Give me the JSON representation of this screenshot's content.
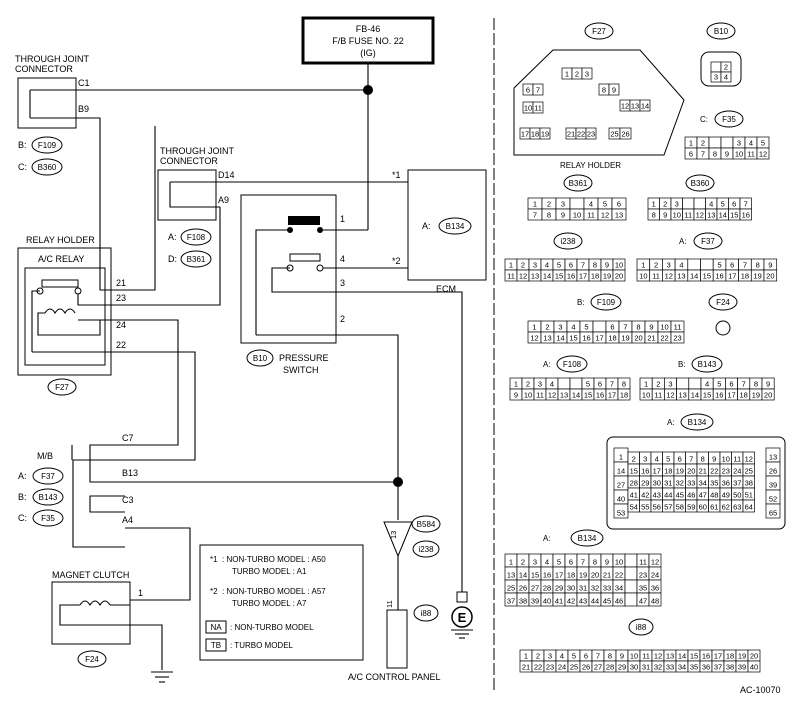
{
  "fuse": {
    "line1": "FB-46",
    "line2": "F/B FUSE NO. 22",
    "line3": "(IG)"
  },
  "tjc_top": {
    "title_line1": "THROUGH JOINT",
    "title_line2": "CONNECTOR",
    "pin_c1": "C1",
    "pin_b9": "B9"
  },
  "tjc_top_conn": {
    "b_prefix": "B:",
    "b_id": "F109",
    "c_prefix": "C:",
    "c_id": "B360"
  },
  "tjc_mid": {
    "title_line1": "THROUGH JOINT",
    "title_line2": "CONNECTOR",
    "pin_d14": "D14",
    "pin_a9": "A9"
  },
  "tjc_mid_conn": {
    "a_prefix": "A:",
    "a_id": "F108",
    "d_prefix": "D:",
    "d_id": "B361"
  },
  "relay_holder": {
    "title": "RELAY HOLDER",
    "relay_title": "A/C RELAY",
    "pin21": "21",
    "pin23": "23",
    "pin24": "24",
    "pin22": "22",
    "connector": "F27"
  },
  "ecm": {
    "name": "ECM",
    "prefix": "A:",
    "connector": "B134",
    "star1": "*1",
    "star2": "*2"
  },
  "pressure_switch": {
    "connector": "B10",
    "name_line1": "PRESSURE",
    "name_line2": "SWITCH",
    "pin1": "1",
    "pin4": "4",
    "pin3": "3",
    "pin2": "2"
  },
  "mb": {
    "title": "M/B",
    "a_prefix": "A:",
    "a_id": "F37",
    "b_prefix": "B:",
    "b_id": "B143",
    "c_prefix": "C:",
    "c_id": "F35",
    "pin_c7": "C7",
    "pin_b13": "B13",
    "pin_c3": "C3",
    "pin_a4": "A4"
  },
  "magnet_clutch": {
    "title": "MAGNET CLUTCH",
    "pin1": "1",
    "connector": "F24"
  },
  "junction": {
    "b584": "B584",
    "i238": "i238",
    "pin13": "13"
  },
  "ac_panel": {
    "pin11": "11",
    "connector": "i88",
    "name": "A/C CONTROL PANEL"
  },
  "ground_e": "E",
  "notes": {
    "n1_star": "*1",
    "n1_line1": ": NON-TURBO MODEL : A50",
    "n1_line2": "TURBO MODEL : A1",
    "n2_star": "*2",
    "n2_line1": ": NON-TURBO MODEL : A57",
    "n2_line2": "TURBO MODEL : A7",
    "na_tag": "NA",
    "na_text": ": NON-TURBO MODEL",
    "tb_tag": "TB",
    "tb_text": ": TURBO MODEL"
  },
  "right_panel": {
    "f27": "F27",
    "b10": "B10",
    "c_f35_prefix": "C:",
    "c_f35_id": "F35",
    "relay_holder": "RELAY HOLDER",
    "b361": "B361",
    "b360": "B360",
    "i238": "i238",
    "a_f37_prefix": "A:",
    "a_f37_id": "F37",
    "b_f109_prefix": "B:",
    "b_f109_id": "F109",
    "f24": "F24",
    "a_f108_prefix": "A:",
    "a_f108_id": "F108",
    "b_b143_prefix": "B:",
    "b_b143_id": "B143",
    "a_b134_prefix": "A:",
    "a_b134_id": "B134",
    "a_b134b_prefix": "A:",
    "a_b134b_id": "B134",
    "i88": "i88"
  },
  "figure_id": "AC-10070"
}
